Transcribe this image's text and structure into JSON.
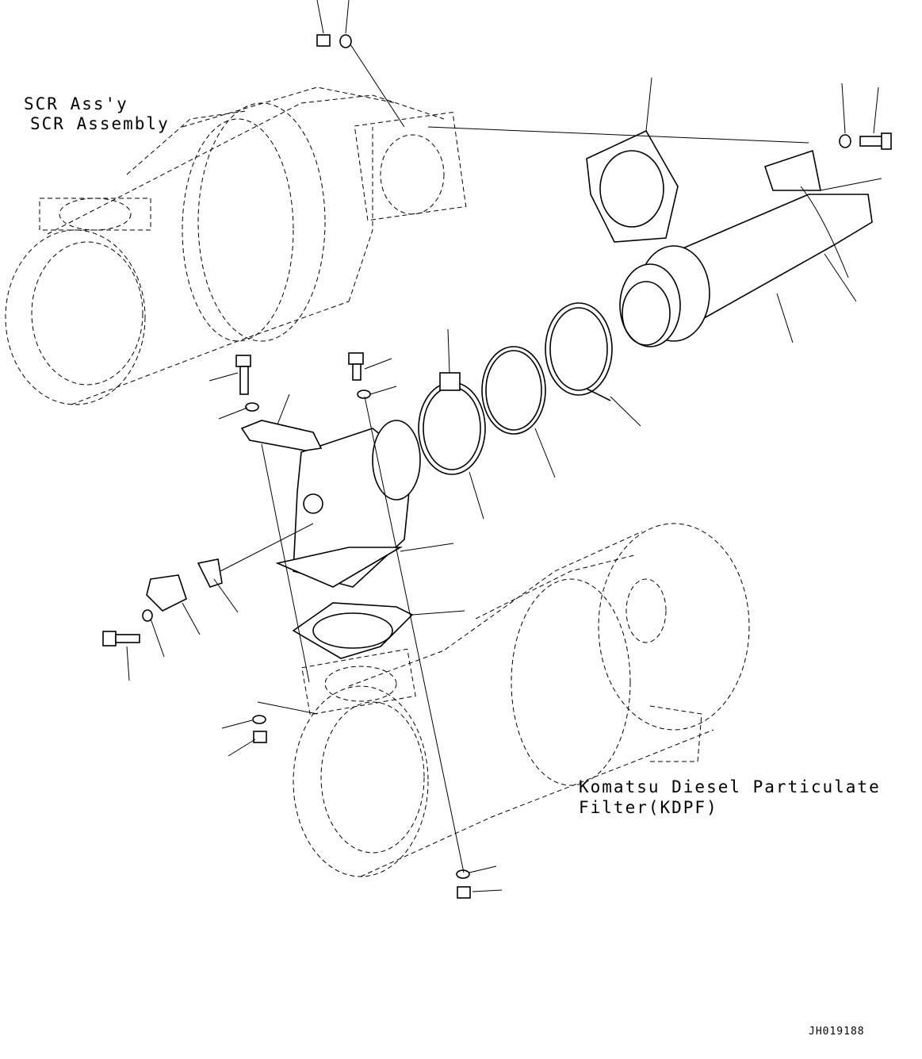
{
  "labels": {
    "scr_line1": "SCR Ass'y",
    "scr_line2": "SCR Assembly",
    "kdpf_line1": "Komatsu Diesel Particulate",
    "kdpf_line2": "Filter(KDPF)",
    "drawing_code": "JH019188"
  }
}
